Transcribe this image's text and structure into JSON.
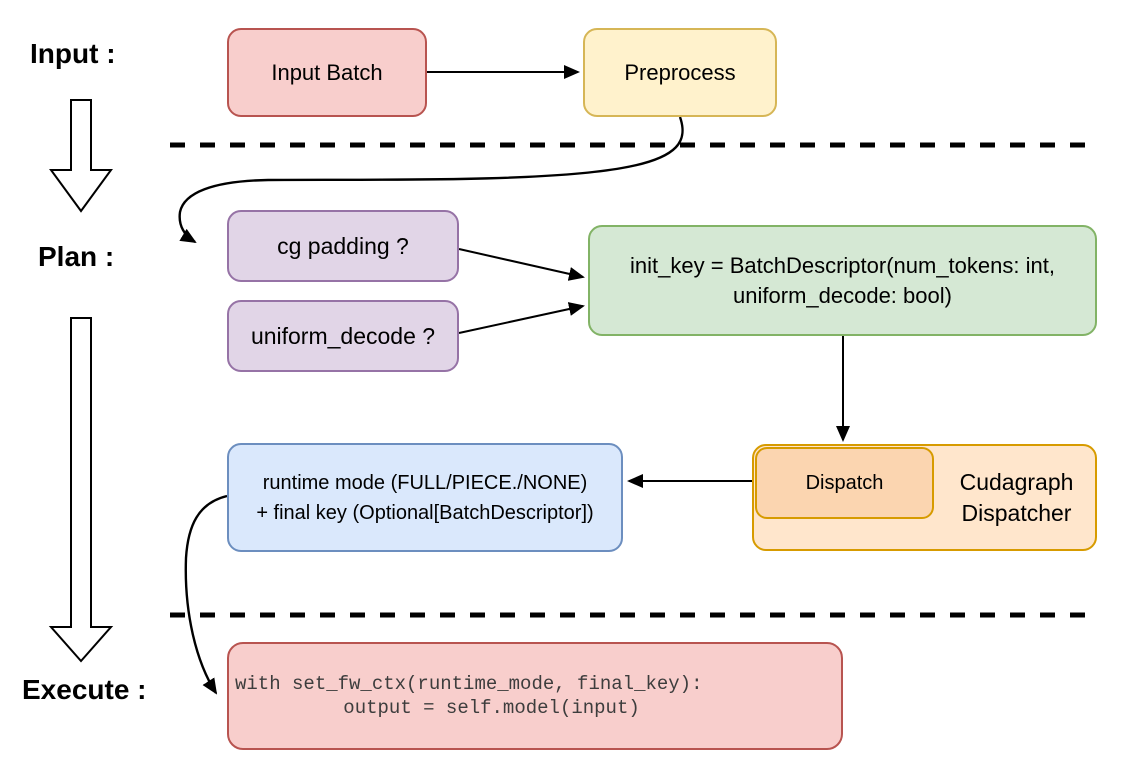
{
  "sections": {
    "input_label": "Input :",
    "plan_label": "Plan :",
    "execute_label": "Execute :"
  },
  "nodes": {
    "input_batch": "Input Batch",
    "preprocess": "Preprocess",
    "cg_padding": "cg padding ?",
    "uniform_decode": "uniform_decode ?",
    "init_key_line1": "init_key = BatchDescriptor(num_tokens: int,",
    "init_key_line2": "uniform_decode: bool)",
    "dispatch": "Dispatch",
    "cudagraph_dispatcher": "Cudagraph Dispatcher",
    "runtime_line1": "runtime mode (FULL/PIECE./NONE)",
    "runtime_line2": "+ final key (Optional[BatchDescriptor])",
    "execute_code": "with set_fw_ctx(runtime_mode, final_key):\n    output = self.model(input)"
  },
  "colors": {
    "red_fill": "#f8cecc",
    "red_stroke": "#b85450",
    "yellow_fill": "#fff2cc",
    "yellow_stroke": "#d6b656",
    "purple_fill": "#e1d5e7",
    "purple_stroke": "#9673a6",
    "green_fill": "#d5e8d4",
    "green_stroke": "#82b366",
    "blue_fill": "#dae8fc",
    "blue_stroke": "#6c8ebf",
    "orange_outer_fill": "#ffe6cc",
    "orange_inner_fill": "#fbd5b0",
    "orange_stroke": "#d79b00",
    "connector": "#000000"
  }
}
